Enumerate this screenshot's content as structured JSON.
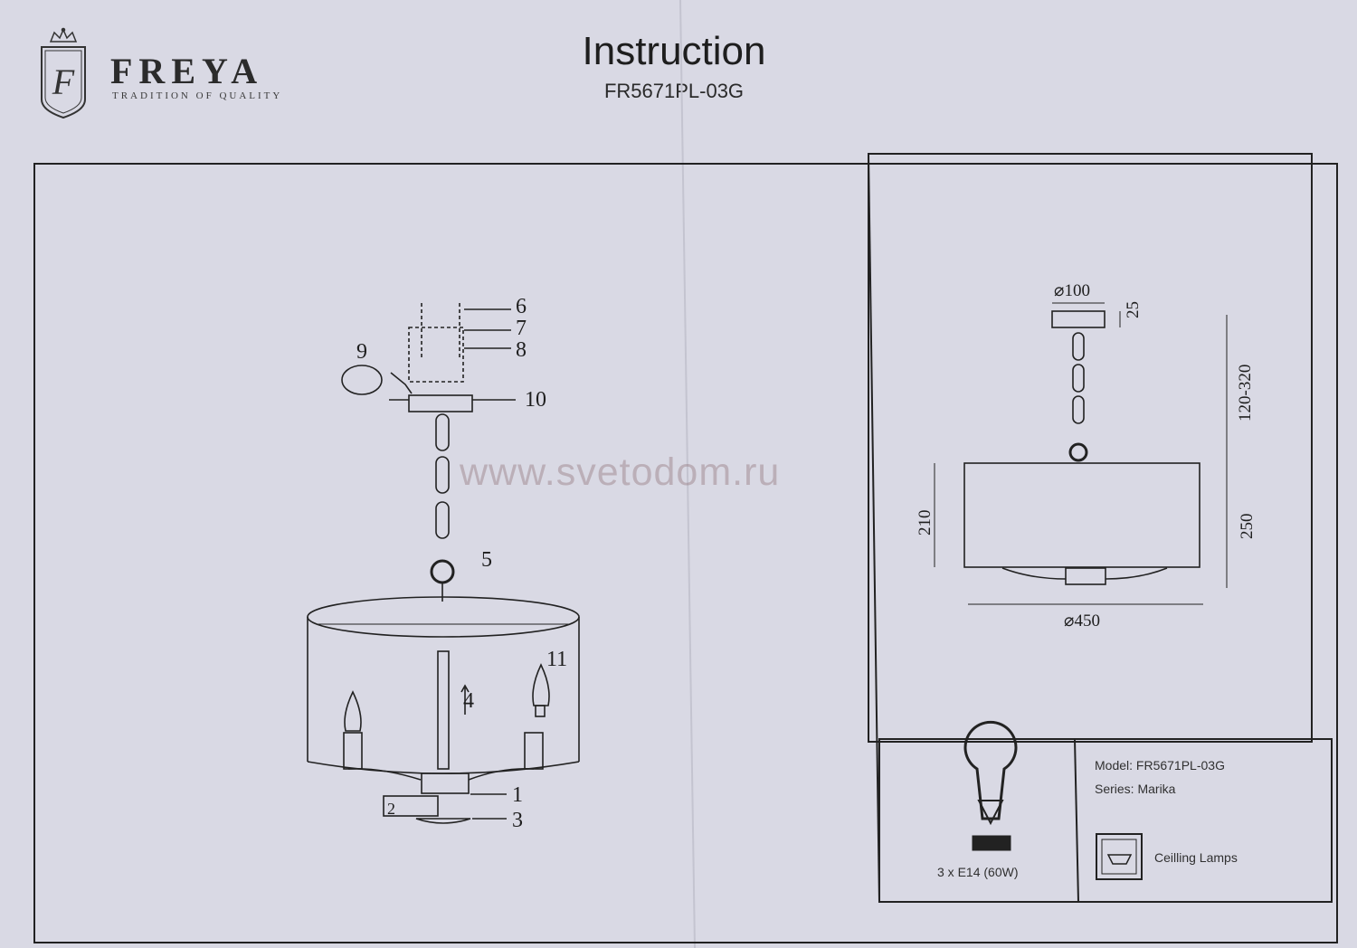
{
  "brand": {
    "name": "FREYA",
    "tagline": "TRADITION OF QUALITY",
    "logo_letter": "F"
  },
  "header": {
    "title": "Instruction",
    "model_code": "FR5671PL-03G"
  },
  "assembly": {
    "labels": [
      "1",
      "2",
      "3",
      "4",
      "5",
      "6",
      "7",
      "8",
      "9",
      "10",
      "11"
    ]
  },
  "watermark": "www.svetodom.ru",
  "dimensions": {
    "canopy_diameter": "⌀100",
    "canopy_height": "25",
    "chain_length": "120-320",
    "shade_height": "210",
    "total_height": "250",
    "shade_diameter": "⌀450"
  },
  "specs": {
    "bulb": "3 x E14 (60W)",
    "model": "Model: FR5671PL-03G",
    "series": "Series: Marika",
    "category": "Ceilling Lamps"
  },
  "icons": [
    "bulb-icon",
    "ceiling-lamp-icon",
    "crown-icon"
  ]
}
